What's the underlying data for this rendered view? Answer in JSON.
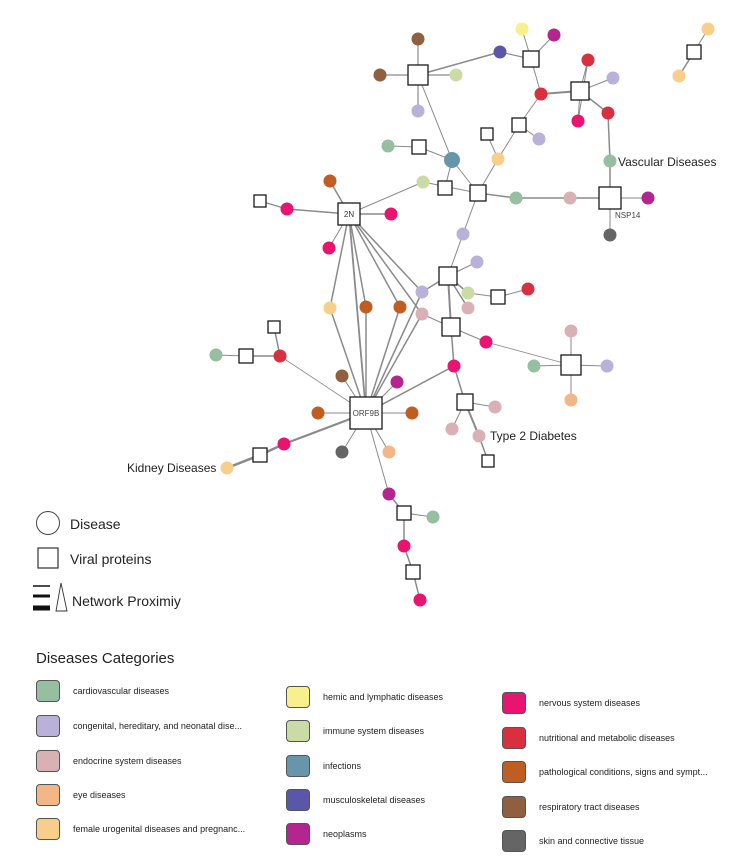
{
  "network": {
    "proteins": [
      {
        "id": "2N",
        "label": "2N"
      },
      {
        "id": "NSP14",
        "label": "NSP14"
      },
      {
        "id": "ORF9B",
        "label": "ORF9B"
      }
    ],
    "annotations": [
      "Vascular Diseases",
      "Type 2 Diabetes",
      "Kidney Diseases"
    ]
  },
  "legend": {
    "disease": "Disease",
    "viral_proteins": "Viral proteins",
    "network_proximity": "Network Proximiy"
  },
  "categories": {
    "title": "Diseases Categories",
    "items": [
      {
        "key": "cardiovascular",
        "label": "cardiovascular diseases",
        "color": "#96bea0"
      },
      {
        "key": "congenital",
        "label": "congenital, hereditary, and neonatal dise...",
        "color": "#b9b1da"
      },
      {
        "key": "endocrine",
        "label": "endocrine system diseases",
        "color": "#d9b1b5"
      },
      {
        "key": "eye",
        "label": "eye diseases",
        "color": "#f3b787"
      },
      {
        "key": "female",
        "label": "female urogenital diseases and pregnanc...",
        "color": "#f8cf8a"
      },
      {
        "key": "hemic",
        "label": "hemic and lymphatic diseases",
        "color": "#f8f08c"
      },
      {
        "key": "immune",
        "label": "immune system diseases",
        "color": "#c9dca5"
      },
      {
        "key": "infections",
        "label": "infections",
        "color": "#6796ab"
      },
      {
        "key": "musculoskeletal",
        "label": "musculoskeletal diseases",
        "color": "#5a56a8"
      },
      {
        "key": "neoplasms",
        "label": "neoplasms",
        "color": "#b52590"
      },
      {
        "key": "nervous",
        "label": "nervous system diseases",
        "color": "#e8146f"
      },
      {
        "key": "nutritional",
        "label": "nutritional and metabolic diseases",
        "color": "#d9303f"
      },
      {
        "key": "pathological",
        "label": "pathological conditions, signs and sympt...",
        "color": "#c05d22"
      },
      {
        "key": "respiratory",
        "label": "respiratory tract diseases",
        "color": "#8f5f40"
      },
      {
        "key": "skin",
        "label": "skin and connective tissue",
        "color": "#656565"
      }
    ]
  }
}
